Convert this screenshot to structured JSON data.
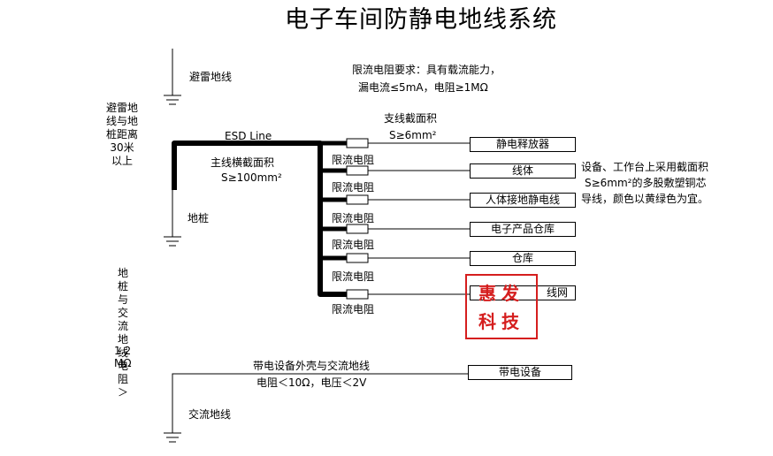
{
  "title": "电子车间防静电地线系统",
  "lightning": {
    "label": "避雷地线",
    "distance_note": "避雷地线与地桩距离30米以上"
  },
  "resistor_req": {
    "line1": "限流电阻要求：具有载流能力，",
    "line2": "漏电流≤5mA，电阻≥1MΩ"
  },
  "branch_section": {
    "line1": "支线截面积",
    "line2": "S≥6mm²"
  },
  "esd_line": "ESD Line",
  "main_section": {
    "line1": "主线横截面积",
    "line2": "S≥100mm²"
  },
  "ground_pile": "地桩",
  "resistor_label": "限流电阻",
  "devices": [
    "静电释放器",
    "线体",
    "人体接地静电线",
    "电子产品仓库",
    "仓库",
    "线网"
  ],
  "wire_note": {
    "line1": "设备、工作台上采用截面积",
    "line2": "S≥6mm²的多股敷塑铜芯",
    "line3": "导线，颜色以黄绿色为宜。"
  },
  "pile_resistance": {
    "line1": "地桩与交流地线电阻＞",
    "line2": "1.2",
    "line3": "MΩ"
  },
  "ac": {
    "casing": "带电设备外壳与交流地线",
    "spec": "电阻＜10Ω，电压＜2V",
    "device": "带电设备",
    "ground": "交流地线"
  },
  "stamp": {
    "line1": "惠发",
    "line2": "科技",
    "color": "#d51e1e"
  }
}
